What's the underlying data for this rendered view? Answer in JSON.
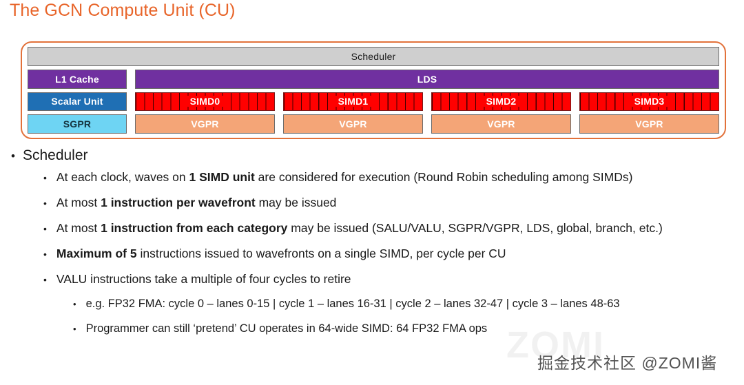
{
  "slide": {
    "title": "The GCN Compute Unit (CU)",
    "title_color": "#E8652A",
    "background": "#ffffff"
  },
  "diagram": {
    "name": "gcn-compute-unit-block-diagram",
    "border_color": "#E2713A",
    "scheduler": {
      "label": "Scheduler",
      "fill": "#CFCFCF",
      "text_color": "#1a1a1a"
    },
    "left_column": [
      {
        "label": "L1 Cache",
        "fill": "#7030A0",
        "text_color": "#ffffff"
      },
      {
        "label": "Scalar Unit",
        "fill": "#1F6FB4",
        "text_color": "#ffffff"
      },
      {
        "label": "SGPR",
        "fill": "#6ED4F3",
        "text_color": "#15333f"
      }
    ],
    "lds": {
      "label": "LDS",
      "fill": "#7030A0",
      "text_color": "#ffffff"
    },
    "simd_units": [
      {
        "label": "SIMD0",
        "fill": "#FF0000",
        "lanes": 16
      },
      {
        "label": "SIMD1",
        "fill": "#FF0000",
        "lanes": 16
      },
      {
        "label": "SIMD2",
        "fill": "#FF0000",
        "lanes": 16
      },
      {
        "label": "SIMD3",
        "fill": "#FF0000",
        "lanes": 16
      }
    ],
    "vgpr_units": [
      {
        "label": "VGPR",
        "fill": "#F4A577",
        "text_color": "#ffffff"
      },
      {
        "label": "VGPR",
        "fill": "#F4A577",
        "text_color": "#ffffff"
      },
      {
        "label": "VGPR",
        "fill": "#F4A577",
        "text_color": "#ffffff"
      },
      {
        "label": "VGPR",
        "fill": "#F4A577",
        "text_color": "#ffffff"
      }
    ]
  },
  "bullets": {
    "heading": "Scheduler",
    "items": [
      {
        "level": 2,
        "parts": [
          {
            "text": "At each clock, waves on ",
            "bold": false
          },
          {
            "text": "1 SIMD unit",
            "bold": true
          },
          {
            "text": " are considered for execution (Round Robin scheduling among SIMDs)",
            "bold": false
          }
        ]
      },
      {
        "level": 2,
        "parts": [
          {
            "text": "At most ",
            "bold": false
          },
          {
            "text": "1 instruction per wavefront",
            "bold": true
          },
          {
            "text": " may be issued",
            "bold": false
          }
        ]
      },
      {
        "level": 2,
        "parts": [
          {
            "text": "At most ",
            "bold": false
          },
          {
            "text": "1 instruction from each category",
            "bold": true
          },
          {
            "text": " may be issued (SALU/VALU, SGPR/VGPR, LDS, global, branch, etc.)",
            "bold": false
          }
        ]
      },
      {
        "level": 2,
        "parts": [
          {
            "text": "Maximum of 5",
            "bold": true
          },
          {
            "text": " instructions issued to wavefronts on a single SIMD, per cycle per CU",
            "bold": false
          }
        ]
      },
      {
        "level": 2,
        "parts": [
          {
            "text": "VALU instructions take a multiple of four cycles to retire",
            "bold": false
          }
        ]
      },
      {
        "level": 3,
        "parts": [
          {
            "text": "e.g. FP32 FMA: cycle 0 – lanes 0-15 | cycle 1 – lanes 16-31 | cycle 2 – lanes 32-47 | cycle 3 – lanes 48-63",
            "bold": false
          }
        ]
      },
      {
        "level": 3,
        "parts": [
          {
            "text": "Programmer can still ‘pretend’ CU operates in 64-wide SIMD: 64 FP32 FMA ops",
            "bold": false
          }
        ]
      }
    ],
    "bullet_glyph": "•"
  },
  "watermarks": {
    "faint": "ZOMI",
    "main": "掘金技术社区 @ZOMI酱"
  }
}
